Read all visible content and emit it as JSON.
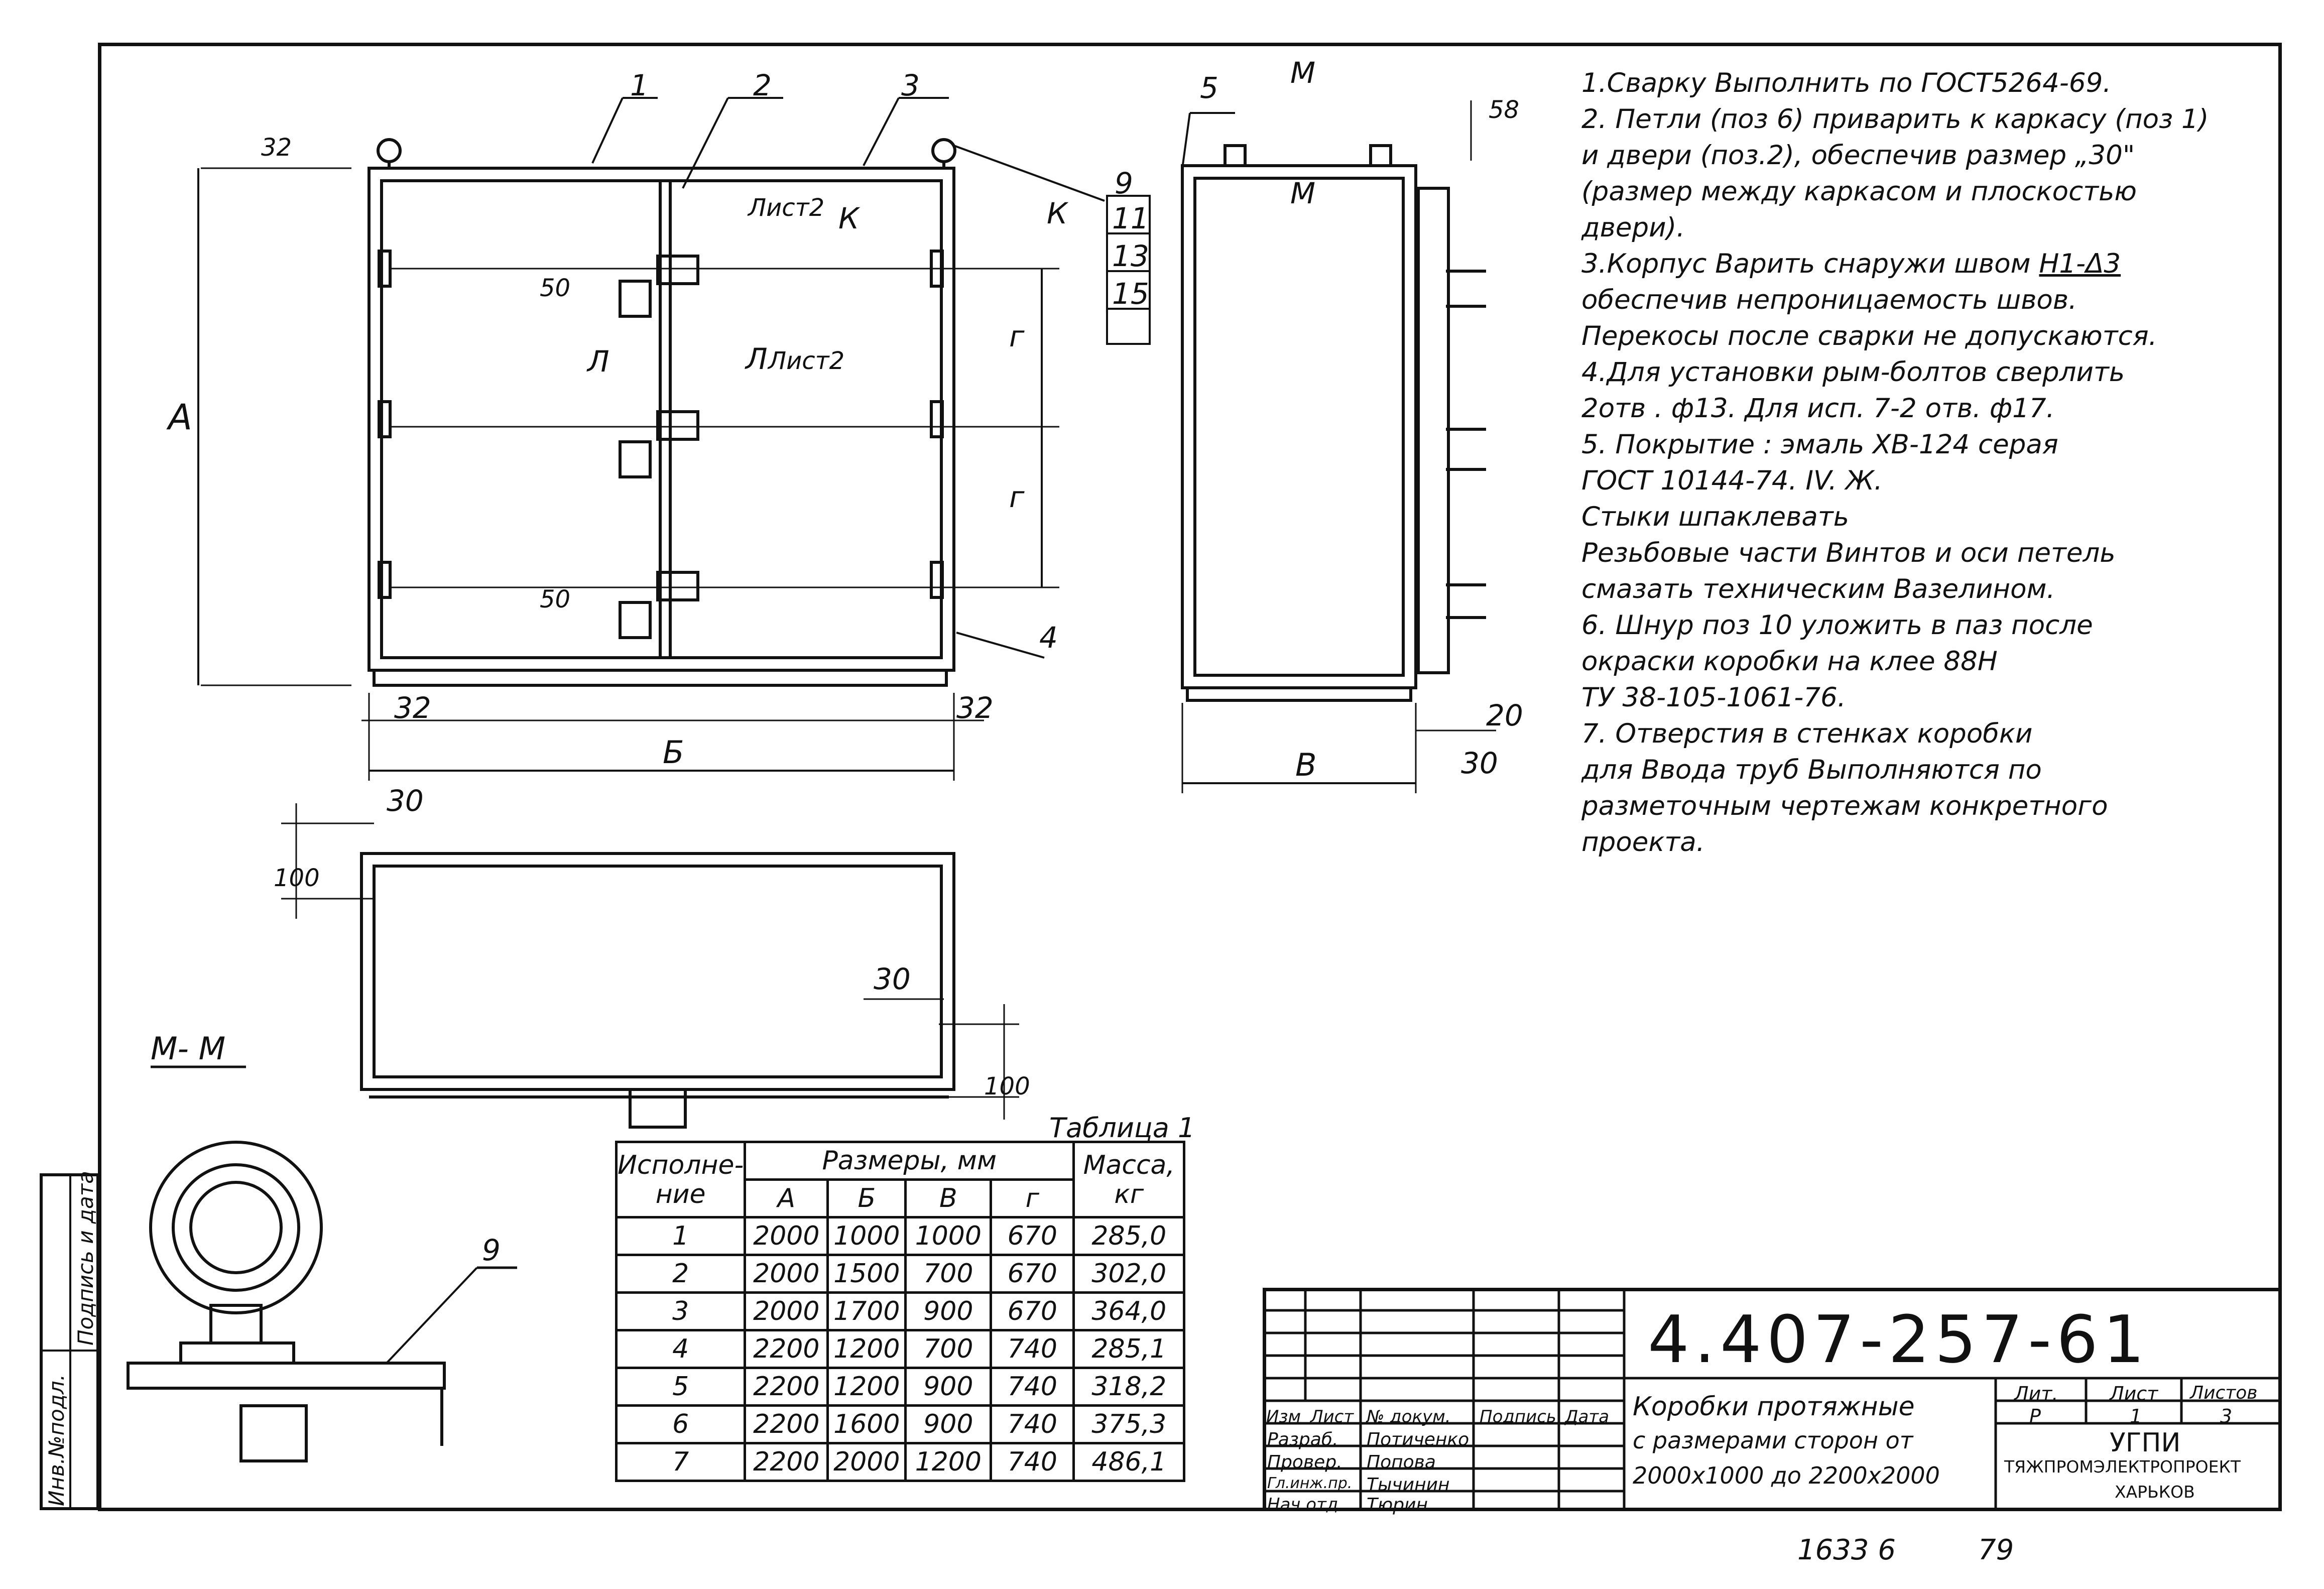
{
  "notes": [
    "1.Сварку Выполнить по ГОСТ5264-69.",
    "2. Петли (поз 6) приварить к каркасу (поз 1)",
    "и двери (поз.2), обеспечив размер „30\"",
    "(размер между каркасом и плоскостью",
    "двери).",
    "3.Корпус Варить снаружи швом",
    "обеспечив непроницаемость швов.",
    "Перекосы после сварки не допускаются.",
    "4.Для установки рым-болтов сверлить",
    "2отв . ф13.  Для исп. 7-2 отв. ф17.",
    "5. Покрытие : эмаль  ХВ-124 серая",
    "ГОСТ 10144-74. IV. Ж.",
    "Стыки шпаклевать",
    "Резьбовые части Винтов и оси петель",
    "смазать техническим Вазелином.",
    "6. Шнур поз 10 уложить в паз после",
    "окраски коробки на клее 88Н",
    "ТУ 38-105-1061-76.",
    "7. Отверстия в стенках коробки",
    "для Ввода труб Выполняются по",
    "разметочным чертежам конкретного",
    "проекта."
  ],
  "weld_symbol": "Н1-Δ3",
  "drawing_labels": {
    "pos1": "1",
    "pos2": "2",
    "pos3": "3",
    "pos4": "4",
    "pos5": "5",
    "pos9": "9",
    "pos11": "11",
    "pos13": "13",
    "pos15": "15",
    "dimA": "А",
    "dimB": "Б",
    "dimV": "В",
    "dimG": "г",
    "d32": "32",
    "d50": "50",
    "d58": "58",
    "d20": "20",
    "d30": "30",
    "d100": "100",
    "sheet2": "Лист2",
    "cutK": "К",
    "cutL": "Л",
    "cutM": "М",
    "sectionMM": "М- М"
  },
  "table": {
    "caption": "Таблица 1",
    "head_exec": [
      "Исполне-",
      "ние"
    ],
    "head_dims": "Размеры, мм",
    "head_mass": [
      "Масса,",
      "кг"
    ],
    "subheads": [
      "А",
      "Б",
      "В",
      "г"
    ],
    "rows": [
      [
        "1",
        "2000",
        "1000",
        "1000",
        "670",
        "285,0"
      ],
      [
        "2",
        "2000",
        "1500",
        "700",
        "670",
        "302,0"
      ],
      [
        "3",
        "2000",
        "1700",
        "900",
        "670",
        "364,0"
      ],
      [
        "4",
        "2200",
        "1200",
        "700",
        "740",
        "285,1"
      ],
      [
        "5",
        "2200",
        "1200",
        "900",
        "740",
        "318,2"
      ],
      [
        "6",
        "2200",
        "1600",
        "900",
        "740",
        "375,3"
      ],
      [
        "7",
        "2200",
        "2000",
        "1200",
        "740",
        "486,1"
      ]
    ]
  },
  "stamp": {
    "doc_number": "4.407-257-61",
    "title": [
      "Коробки протяжные",
      "с размерами сторон от",
      "2000х1000 до 2200х2000"
    ],
    "head_cols": [
      "Изм",
      "Лист",
      "№ докум.",
      "Подпись",
      "Дата"
    ],
    "people": [
      {
        "role": "Разраб.",
        "name": "Потиченко"
      },
      {
        "role": "Провер.",
        "name": "Попова"
      },
      {
        "role": "Гл.инж.пр.",
        "name": "Тычинин"
      },
      {
        "role": "Нач.отд.",
        "name": "Тюрин"
      }
    ],
    "lit_label": "Лит.",
    "lit_value": "Р",
    "sheet_label": "Лист",
    "sheet_value": "1",
    "sheets_label": "Листов",
    "sheets_value": "3",
    "org1": "УГПИ",
    "org2": "ТЯЖПРОМЭЛЕКТРОПРОЕКТ",
    "org3": "ХАРЬКОВ"
  },
  "side": {
    "inv": "Инв.№подл.",
    "sign": "Подпись и дата"
  },
  "bottom": {
    "note1": "1633 6",
    "note2": "79"
  }
}
